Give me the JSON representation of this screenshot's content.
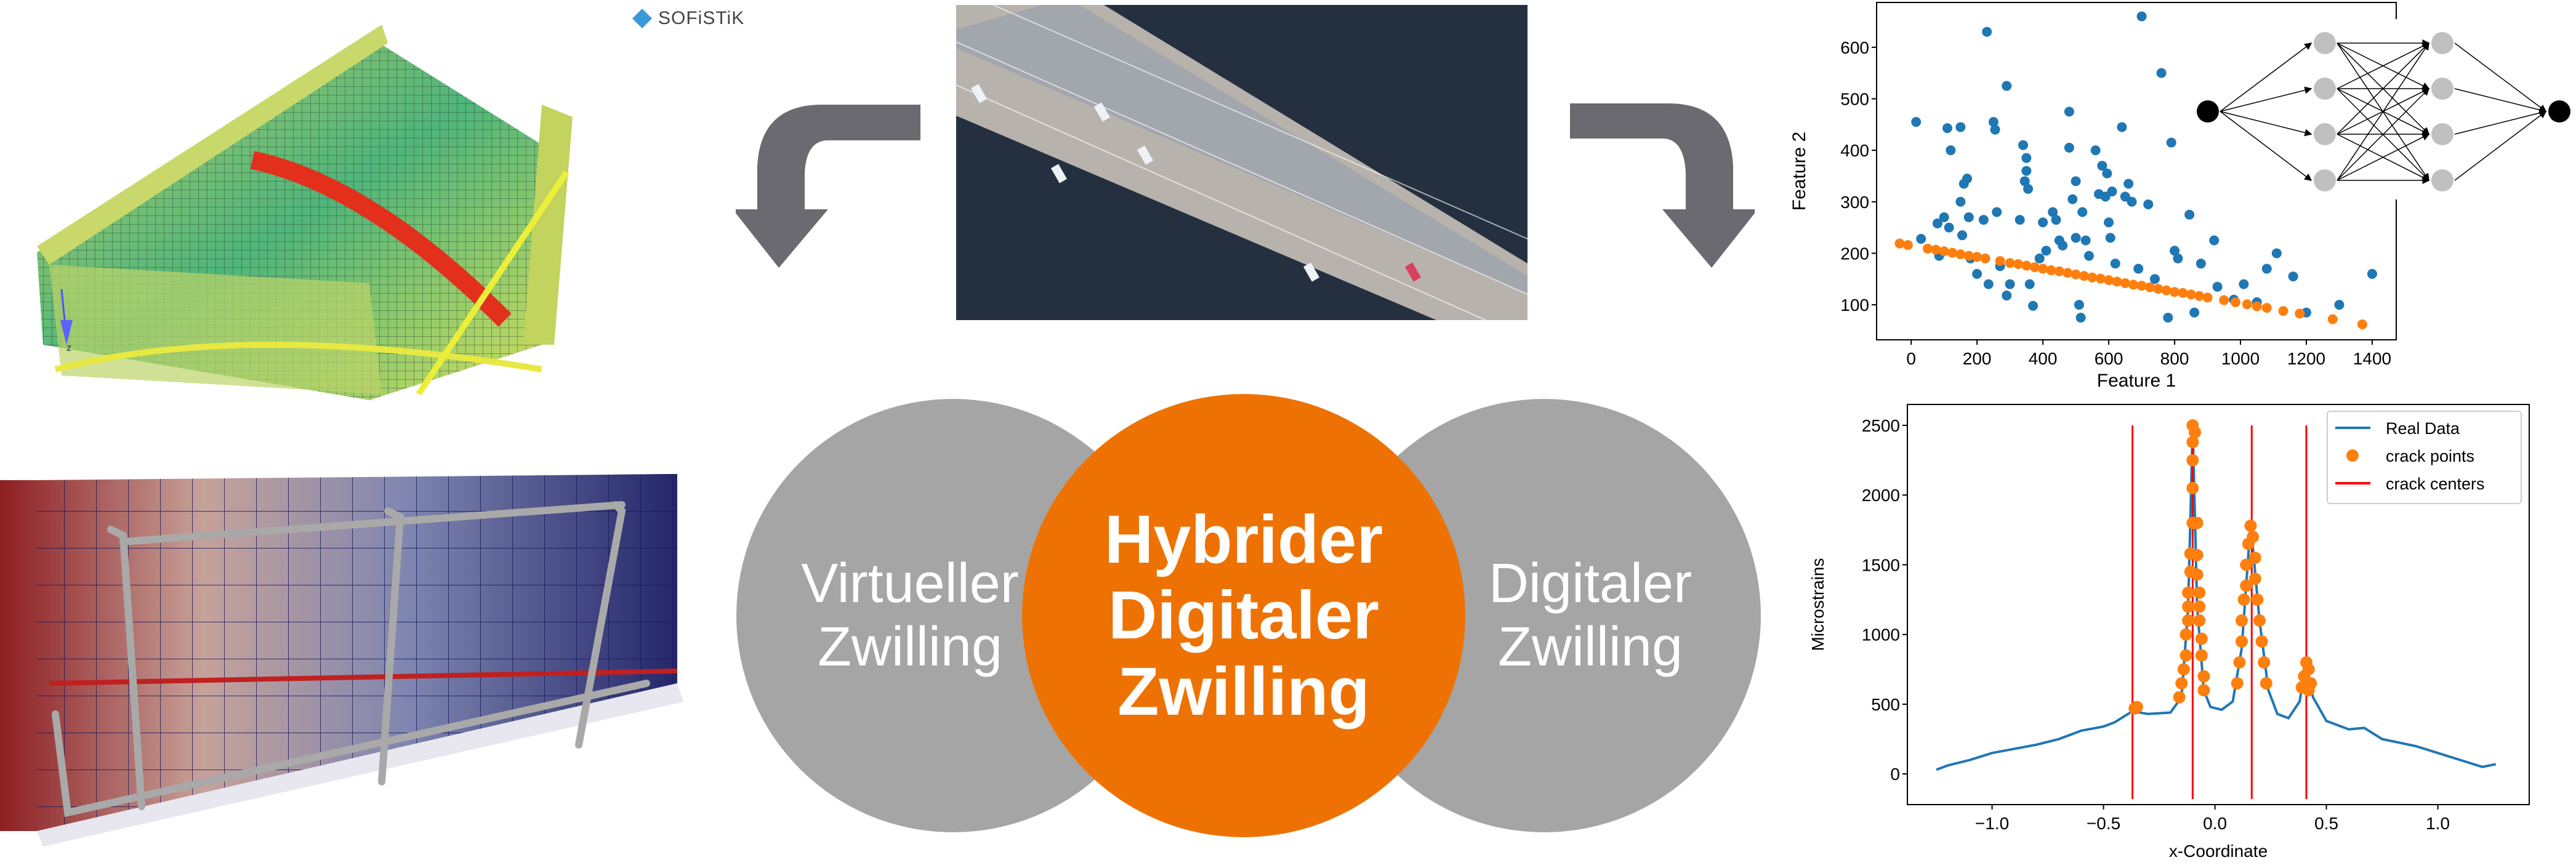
{
  "logo": {
    "text": "SOFiSTiK"
  },
  "circles": {
    "left": {
      "line1": "Virtueller",
      "line2": "Zwilling"
    },
    "center": {
      "line1": "Hybrider",
      "line2": "Digitaler",
      "line3": "Zwilling"
    },
    "right": {
      "line1": "Digitaler",
      "line2": "Zwilling"
    }
  },
  "colors": {
    "orange": "#ee7203",
    "gray": "#a5a5a5",
    "arrow": "#6b6a70",
    "blue": "#1f77b4",
    "mpl_orange": "#ff7f0e",
    "red": "#ff0000"
  },
  "fem_axis_label": "z",
  "chart_data": [
    {
      "type": "scatter",
      "title": "",
      "xlabel": "Feature 1",
      "ylabel": "Feature 2",
      "xlim": [
        -105,
        1473
      ],
      "ylim": [
        32,
        687
      ],
      "xticks": [
        0,
        200,
        400,
        600,
        800,
        1000,
        1200,
        1400
      ],
      "yticks": [
        100,
        200,
        300,
        400,
        500,
        600
      ],
      "series": [
        {
          "name": "data",
          "color": "#1f77b4",
          "points": [
            [
              15,
              455
            ],
            [
              30,
              228
            ],
            [
              80,
              258
            ],
            [
              85,
              195
            ],
            [
              100,
              270
            ],
            [
              110,
              443
            ],
            [
              115,
              250
            ],
            [
              120,
              400
            ],
            [
              150,
              445
            ],
            [
              150,
              300
            ],
            [
              155,
              235
            ],
            [
              160,
              335
            ],
            [
              170,
              345
            ],
            [
              175,
              270
            ],
            [
              180,
              190
            ],
            [
              200,
              160
            ],
            [
              220,
              265
            ],
            [
              230,
              630
            ],
            [
              235,
              140
            ],
            [
              250,
              455
            ],
            [
              255,
              440
            ],
            [
              260,
              280
            ],
            [
              270,
              175
            ],
            [
              290,
              525
            ],
            [
              290,
              118
            ],
            [
              300,
              140
            ],
            [
              330,
              265
            ],
            [
              340,
              410
            ],
            [
              345,
              340
            ],
            [
              350,
              360
            ],
            [
              350,
              385
            ],
            [
              355,
              325
            ],
            [
              360,
              140
            ],
            [
              370,
              98
            ],
            [
              390,
              190
            ],
            [
              400,
              260
            ],
            [
              410,
              205
            ],
            [
              430,
              280
            ],
            [
              440,
              265
            ],
            [
              450,
              225
            ],
            [
              460,
              215
            ],
            [
              480,
              475
            ],
            [
              480,
              405
            ],
            [
              490,
              305
            ],
            [
              500,
              340
            ],
            [
              500,
              230
            ],
            [
              510,
              100
            ],
            [
              515,
              75
            ],
            [
              520,
              280
            ],
            [
              530,
              225
            ],
            [
              540,
              195
            ],
            [
              560,
              400
            ],
            [
              570,
              315
            ],
            [
              580,
              370
            ],
            [
              590,
              310
            ],
            [
              595,
              355
            ],
            [
              600,
              260
            ],
            [
              605,
              230
            ],
            [
              610,
              320
            ],
            [
              620,
              180
            ],
            [
              640,
              445
            ],
            [
              650,
              310
            ],
            [
              660,
              335
            ],
            [
              670,
              300
            ],
            [
              690,
              170
            ],
            [
              700,
              660
            ],
            [
              720,
              295
            ],
            [
              740,
              150
            ],
            [
              760,
              550
            ],
            [
              780,
              75
            ],
            [
              790,
              415
            ],
            [
              800,
              205
            ],
            [
              810,
              190
            ],
            [
              845,
              275
            ],
            [
              860,
              85
            ],
            [
              880,
              180
            ],
            [
              920,
              225
            ],
            [
              930,
              135
            ],
            [
              980,
              110
            ],
            [
              1010,
              140
            ],
            [
              1050,
              105
            ],
            [
              1080,
              170
            ],
            [
              1110,
              200
            ],
            [
              1160,
              155
            ],
            [
              1200,
              85
            ],
            [
              1300,
              100
            ],
            [
              1400,
              160
            ]
          ]
        },
        {
          "name": "prediction",
          "color": "#ff7f0e",
          "points": [
            [
              -35,
              219
            ],
            [
              -10,
              216
            ],
            [
              50,
              209
            ],
            [
              75,
              207
            ],
            [
              100,
              204
            ],
            [
              125,
              201
            ],
            [
              150,
              198
            ],
            [
              175,
              195
            ],
            [
              200,
              193
            ],
            [
              225,
              190
            ],
            [
              270,
              185
            ],
            [
              300,
              181
            ],
            [
              325,
              179
            ],
            [
              350,
              176
            ],
            [
              375,
              173
            ],
            [
              400,
              170
            ],
            [
              425,
              167
            ],
            [
              450,
              165
            ],
            [
              475,
              162
            ],
            [
              500,
              159
            ],
            [
              525,
              156
            ],
            [
              550,
              153
            ],
            [
              575,
              151
            ],
            [
              600,
              148
            ],
            [
              625,
              145
            ],
            [
              650,
              142
            ],
            [
              675,
              139
            ],
            [
              700,
              137
            ],
            [
              725,
              134
            ],
            [
              750,
              131
            ],
            [
              775,
              128
            ],
            [
              800,
              125
            ],
            [
              825,
              123
            ],
            [
              850,
              120
            ],
            [
              875,
              117
            ],
            [
              900,
              114
            ],
            [
              950,
              109
            ],
            [
              985,
              105
            ],
            [
              1020,
              101
            ],
            [
              1050,
              97
            ],
            [
              1080,
              94
            ],
            [
              1130,
              88
            ],
            [
              1180,
              83
            ],
            [
              1280,
              72
            ],
            [
              1370,
              62
            ]
          ]
        }
      ],
      "overlay": {
        "type": "neural-network",
        "layers": [
          1,
          4,
          4,
          1
        ]
      }
    },
    {
      "type": "line",
      "title": "",
      "xlabel": "x-Coordinate",
      "ylabel": "Microstrains",
      "xlim": [
        -1.38,
        1.41
      ],
      "ylim": [
        -220,
        2650
      ],
      "xticks": [
        "-1.0",
        "-0.5",
        "0.0",
        "0.5",
        "1.0"
      ],
      "xtick_values": [
        -1.0,
        -0.5,
        0.0,
        0.5,
        1.0
      ],
      "yticks": [
        0,
        500,
        1000,
        1500,
        2000,
        2500
      ],
      "legend": {
        "placement": "top-right",
        "entries": [
          "Real Data",
          "crack points",
          "crack centers"
        ]
      },
      "real_data": [
        [
          -1.25,
          30
        ],
        [
          -1.2,
          60
        ],
        [
          -1.1,
          100
        ],
        [
          -1.0,
          150
        ],
        [
          -0.9,
          180
        ],
        [
          -0.8,
          210
        ],
        [
          -0.7,
          250
        ],
        [
          -0.6,
          310
        ],
        [
          -0.5,
          340
        ],
        [
          -0.45,
          370
        ],
        [
          -0.37,
          450
        ],
        [
          -0.3,
          430
        ],
        [
          -0.2,
          440
        ],
        [
          -0.15,
          550
        ],
        [
          -0.12,
          1200
        ],
        [
          -0.1,
          2500
        ],
        [
          -0.08,
          1200
        ],
        [
          -0.05,
          600
        ],
        [
          -0.02,
          480
        ],
        [
          0.03,
          460
        ],
        [
          0.08,
          520
        ],
        [
          0.12,
          900
        ],
        [
          0.16,
          1800
        ],
        [
          0.2,
          1100
        ],
        [
          0.24,
          600
        ],
        [
          0.28,
          430
        ],
        [
          0.33,
          400
        ],
        [
          0.38,
          520
        ],
        [
          0.41,
          800
        ],
        [
          0.44,
          550
        ],
        [
          0.5,
          380
        ],
        [
          0.6,
          320
        ],
        [
          0.67,
          330
        ],
        [
          0.75,
          250
        ],
        [
          0.9,
          200
        ],
        [
          1.0,
          150
        ],
        [
          1.1,
          100
        ],
        [
          1.2,
          50
        ],
        [
          1.26,
          70
        ]
      ],
      "crack_points": [
        [
          -0.36,
          470
        ],
        [
          -0.35,
          480
        ],
        [
          -0.16,
          550
        ],
        [
          -0.15,
          650
        ],
        [
          -0.14,
          750
        ],
        [
          -0.13,
          850
        ],
        [
          -0.13,
          1000
        ],
        [
          -0.12,
          1100
        ],
        [
          -0.12,
          1200
        ],
        [
          -0.12,
          1300
        ],
        [
          -0.11,
          1450
        ],
        [
          -0.11,
          1580
        ],
        [
          -0.1,
          1800
        ],
        [
          -0.1,
          2050
        ],
        [
          -0.1,
          2250
        ],
        [
          -0.1,
          2380
        ],
        [
          -0.1,
          2500
        ],
        [
          -0.09,
          2450
        ],
        [
          -0.08,
          1800
        ],
        [
          -0.08,
          1570
        ],
        [
          -0.08,
          1430
        ],
        [
          -0.07,
          1300
        ],
        [
          -0.07,
          1200
        ],
        [
          -0.07,
          1100
        ],
        [
          -0.06,
          970
        ],
        [
          -0.06,
          850
        ],
        [
          -0.05,
          700
        ],
        [
          -0.05,
          600
        ],
        [
          0.1,
          650
        ],
        [
          0.11,
          800
        ],
        [
          0.12,
          950
        ],
        [
          0.12,
          1100
        ],
        [
          0.13,
          1250
        ],
        [
          0.14,
          1350
        ],
        [
          0.14,
          1500
        ],
        [
          0.15,
          1650
        ],
        [
          0.16,
          1780
        ],
        [
          0.17,
          1700
        ],
        [
          0.18,
          1550
        ],
        [
          0.18,
          1400
        ],
        [
          0.19,
          1250
        ],
        [
          0.2,
          1100
        ],
        [
          0.21,
          950
        ],
        [
          0.22,
          800
        ],
        [
          0.23,
          650
        ],
        [
          0.39,
          620
        ],
        [
          0.4,
          700
        ],
        [
          0.41,
          800
        ],
        [
          0.42,
          750
        ],
        [
          0.43,
          650
        ],
        [
          0.42,
          600
        ]
      ],
      "crack_centers": [
        -0.37,
        -0.1,
        0.165,
        0.41
      ],
      "crack_center_range": [
        -180,
        2500
      ]
    }
  ]
}
